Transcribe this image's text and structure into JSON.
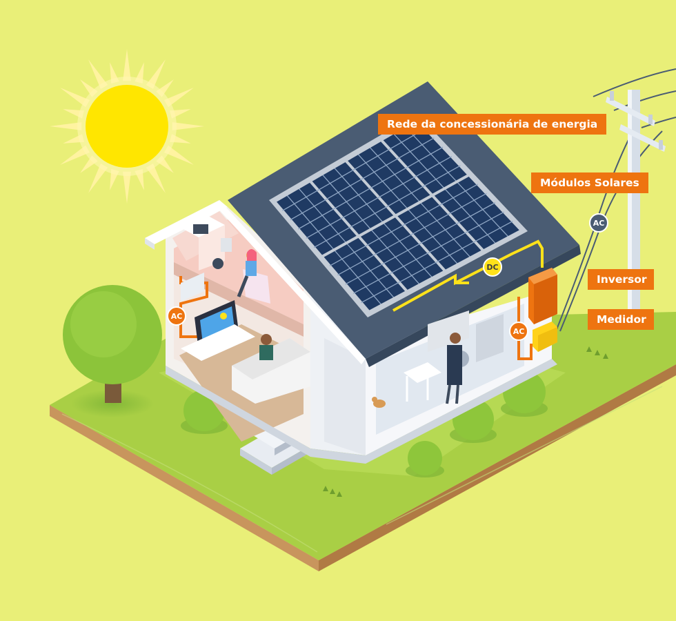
{
  "labels": {
    "grid": "Rede da concessionária de energia",
    "modules": "Módulos Solares",
    "inverter": "Inversor",
    "meter": "Medidor"
  },
  "badges": {
    "ac_pole": "AC",
    "ac_left": "AC",
    "ac_right": "AC",
    "dc": "DC"
  },
  "colors": {
    "background": "#e9ef78",
    "label_bg": "#ee7410",
    "label_text": "#ffffff",
    "roof": "#4a5c73",
    "dc_wire": "#ffe21a",
    "ac_wire": "#ee7410",
    "grass": "#a9cf45",
    "sun": "#ffe600"
  }
}
